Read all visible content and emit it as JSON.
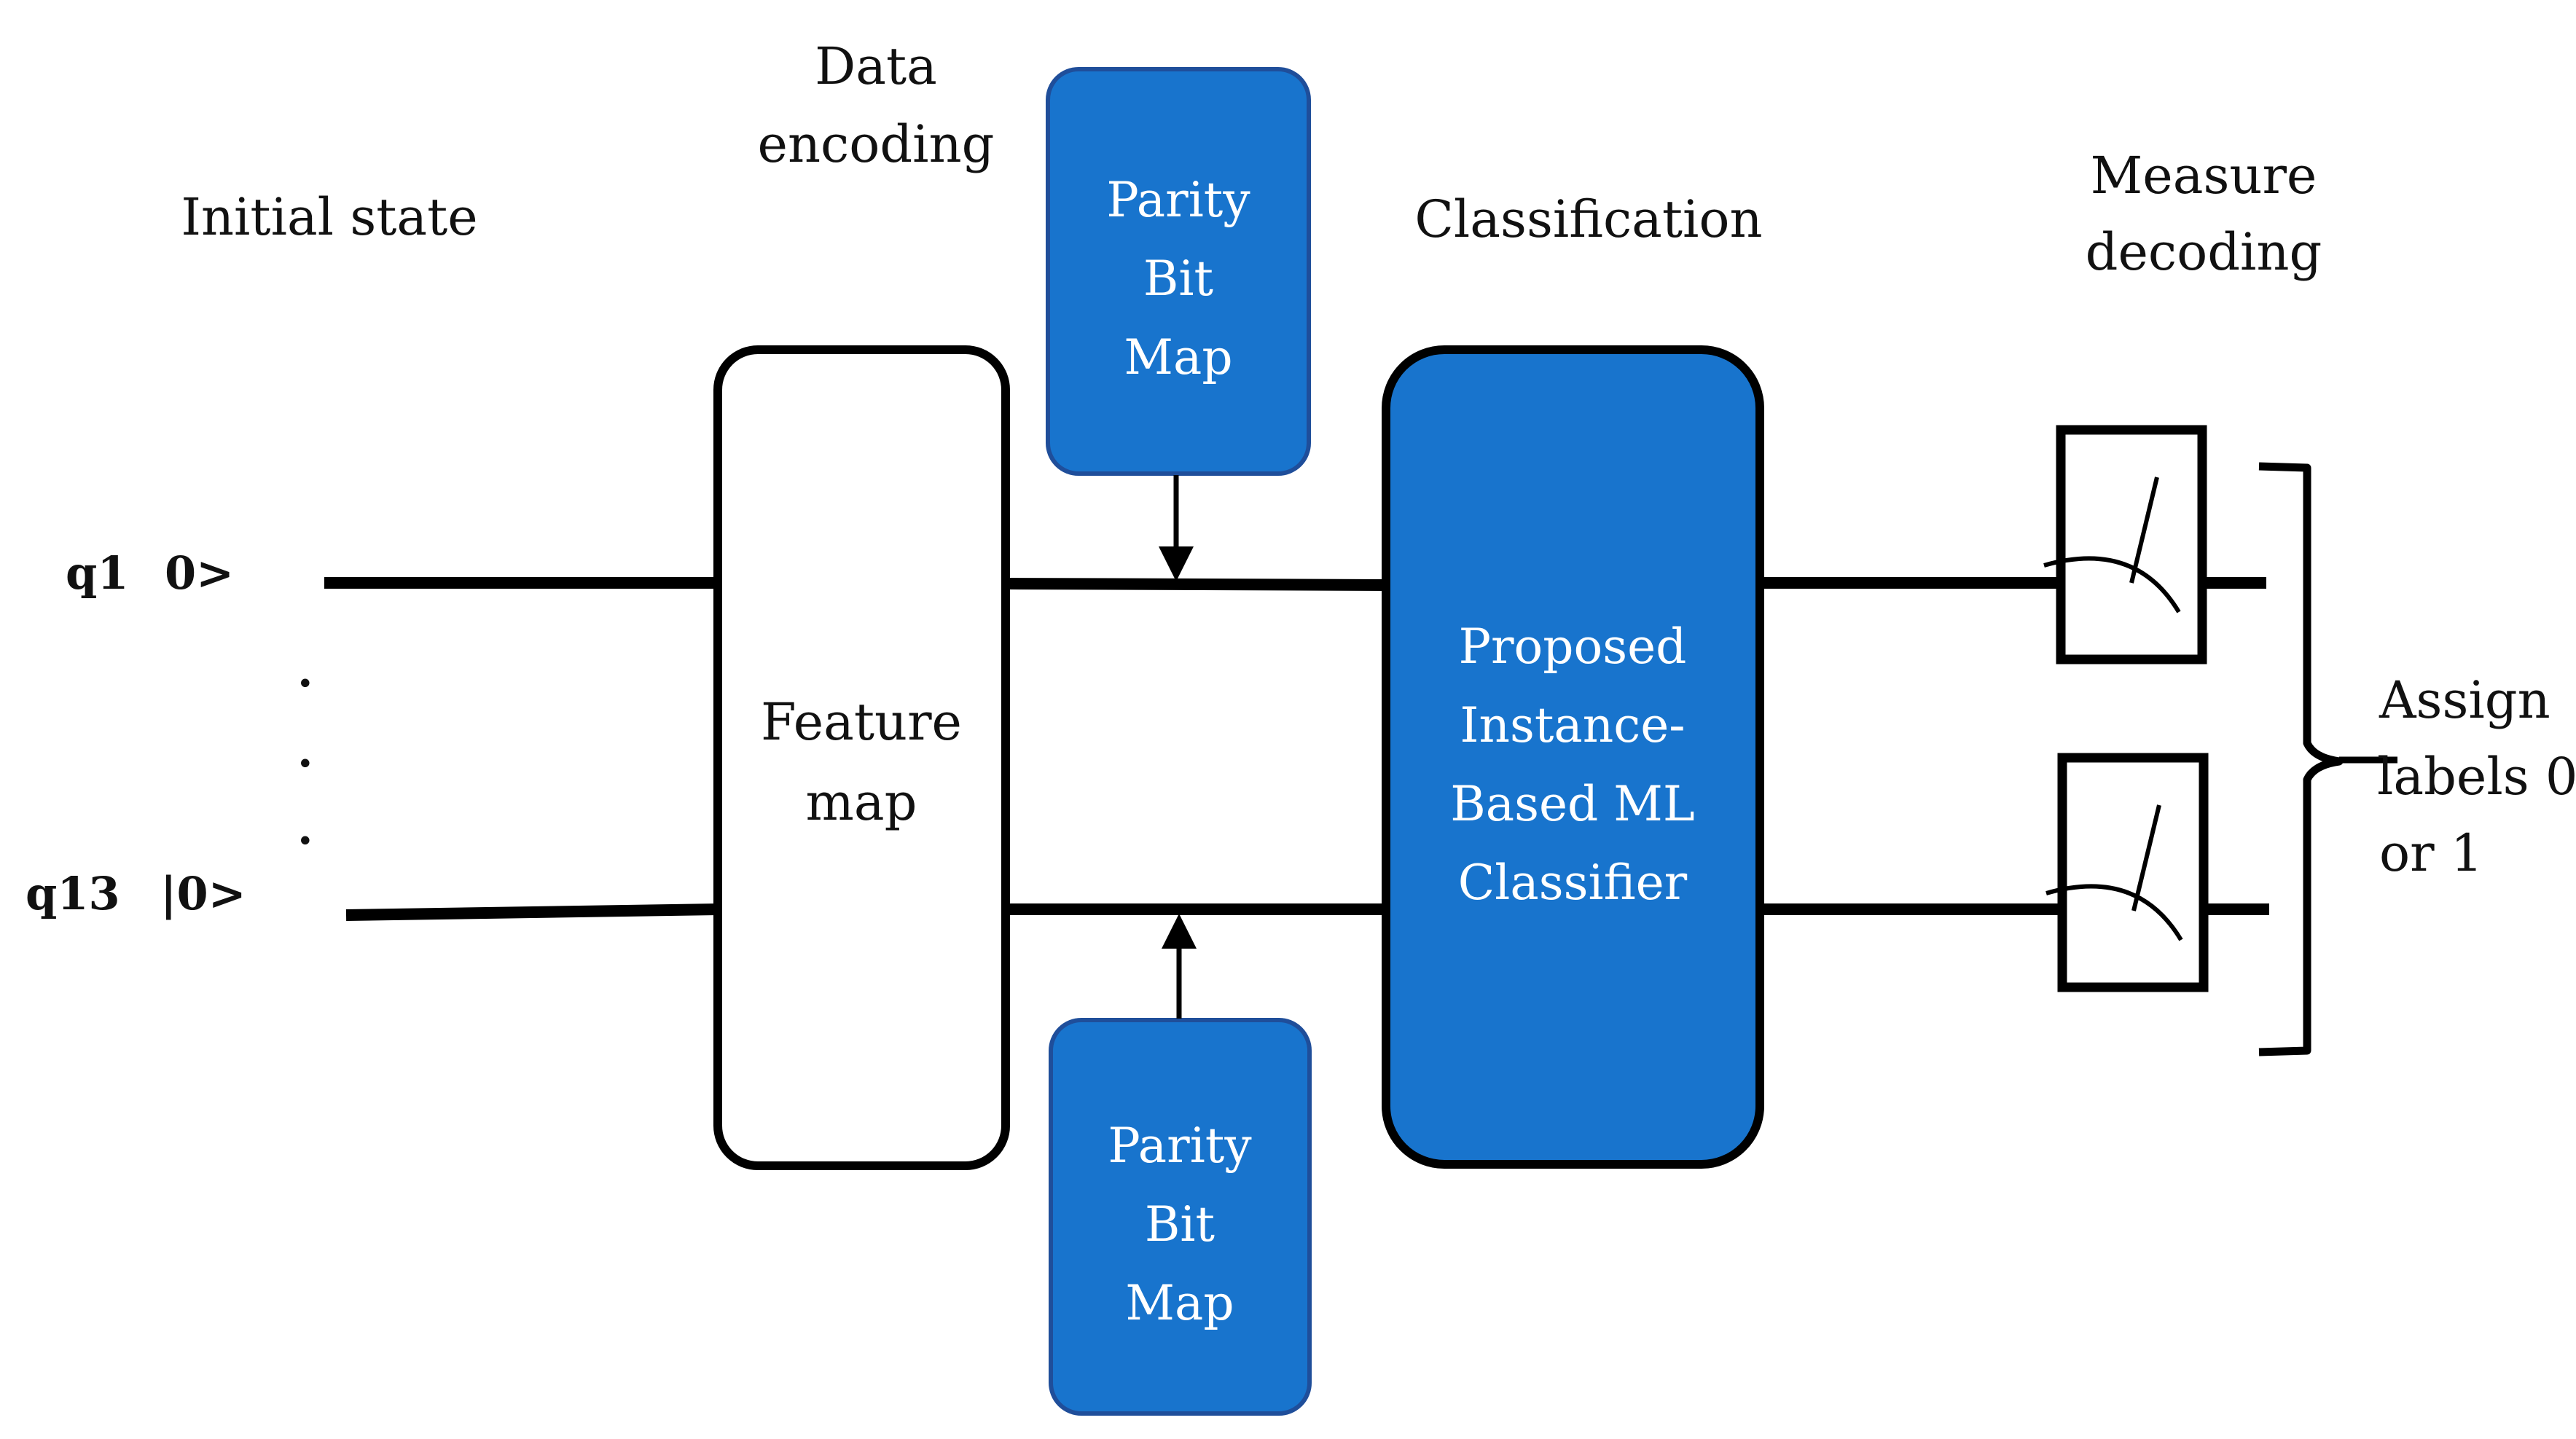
{
  "headers": {
    "initial_state": "Initial state",
    "data_encoding": [
      "Data",
      "encoding"
    ],
    "classification": "Classification",
    "measure_decoding": [
      "Measure",
      "decoding"
    ]
  },
  "qubits": [
    {
      "name": "q1",
      "state": "0>"
    },
    {
      "name": "q13",
      "state": "|0>"
    }
  ],
  "ellipsis": ".",
  "feature_map": [
    "Feature",
    "map"
  ],
  "parity_top": [
    "Parity",
    "Bit",
    "Map"
  ],
  "parity_bottom": [
    "Parity",
    "Bit",
    "Map"
  ],
  "classifier": [
    "Proposed",
    "Instance-",
    "Based ML",
    "Classifier"
  ],
  "assign": [
    "Assign",
    "labels 0",
    "or 1"
  ],
  "colors": {
    "blue": "#1874CD",
    "blue_border": "#1F4E9A",
    "line": "#000000"
  }
}
